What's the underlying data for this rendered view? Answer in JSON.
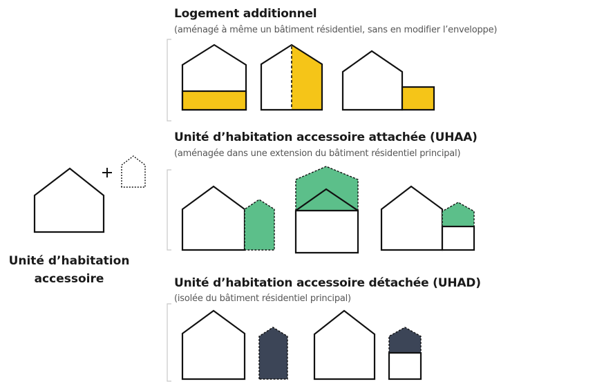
{
  "left_label": {
    "line1": "Unité d’habitation",
    "line2": "accessoire"
  },
  "sections": [
    {
      "title": "Logement additionnel",
      "subtitle": "(aménagé à même un bâtiment résidentiel, sans en modifier l’enveloppe)"
    },
    {
      "title": "Unité d’habitation accessoire attachée (UHAA)",
      "subtitle": "(aménagée dans une extension du bâtiment résidentiel principal)"
    },
    {
      "title": "Unité d’habitation accessoire détachée (UHAD)",
      "subtitle": "(isolée du bâtiment résidentiel principal)"
    }
  ],
  "colors": {
    "logement_additionnel": "#f5c518",
    "uhaa": "#5cbf8a",
    "uhad": "#3c4557",
    "stroke": "#111111"
  }
}
